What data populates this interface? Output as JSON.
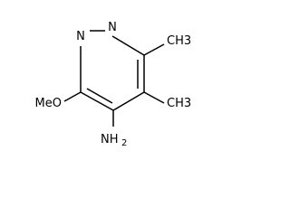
{
  "molecule": {
    "atoms": {
      "n1": "N",
      "n2": "N",
      "methyl_right_top": "CH3",
      "methyl_right_bottom": "CH3",
      "methoxy": "MeO",
      "amine": "NH",
      "amine_subscript": "2"
    },
    "colors": {
      "bond": "#000000",
      "text": "#000000",
      "background": "#ffffff"
    }
  }
}
